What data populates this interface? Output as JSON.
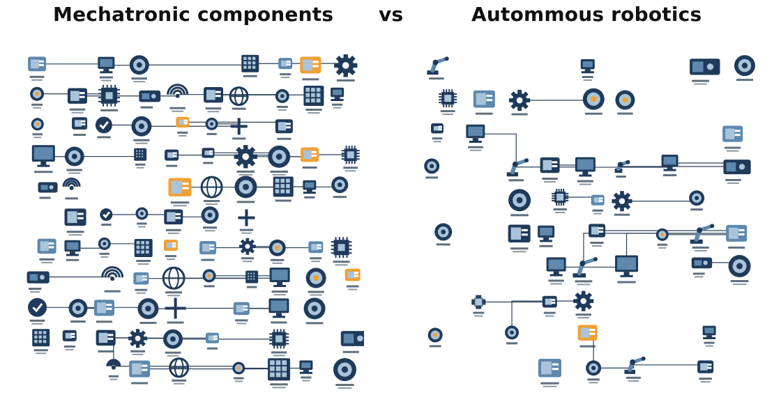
{
  "header": {
    "left_title": "Mechatronic components",
    "vs": "vs",
    "right_title": "Autommous robotics"
  },
  "colors": {
    "navy": "#1f3a5a",
    "steel": "#5e88ad",
    "light": "#a9c4da",
    "orange": "#f0a134",
    "line": "#2a3f55"
  },
  "left_panel": {
    "icons": [
      {
        "name": "building-icon",
        "shape": "box"
      },
      {
        "name": "monitor-icon",
        "shape": "screen"
      },
      {
        "name": "gauge-icon",
        "shape": "circle"
      },
      {
        "name": "keypad-icon",
        "shape": "grid"
      },
      {
        "name": "plug-icon",
        "shape": "box"
      },
      {
        "name": "link-icon",
        "shape": "box"
      },
      {
        "name": "gear-icon",
        "shape": "gear"
      },
      {
        "name": "camera-icon",
        "shape": "circle"
      },
      {
        "name": "cable-icon",
        "shape": "box"
      },
      {
        "name": "chip-icon",
        "shape": "chip"
      },
      {
        "name": "circuit-board-icon",
        "shape": "board"
      },
      {
        "name": "wifi-icon",
        "shape": "wifi"
      },
      {
        "name": "robot-head-icon",
        "shape": "box"
      },
      {
        "name": "globe-icon",
        "shape": "globe"
      },
      {
        "name": "sensor-icon",
        "shape": "circle"
      },
      {
        "name": "control-panel-icon",
        "shape": "grid"
      },
      {
        "name": "phone-icon",
        "shape": "screen"
      },
      {
        "name": "fan-icon",
        "shape": "circle"
      },
      {
        "name": "battery-icon",
        "shape": "box"
      },
      {
        "name": "check-icon",
        "shape": "check"
      },
      {
        "name": "motor-icon",
        "shape": "circle"
      },
      {
        "name": "tools-icon",
        "shape": "box"
      },
      {
        "name": "orange-sensor-icon",
        "shape": "circle"
      },
      {
        "name": "plus-icon",
        "shape": "plus"
      }
    ]
  },
  "right_panel": {
    "icons": [
      {
        "name": "robot-arm-icon",
        "shape": "arm"
      },
      {
        "name": "server-icon",
        "shape": "screen"
      },
      {
        "name": "control-unit-icon",
        "shape": "board"
      },
      {
        "name": "lens-icon",
        "shape": "circle"
      },
      {
        "name": "processor-icon",
        "shape": "chip"
      },
      {
        "name": "network-tree-icon",
        "shape": "box"
      },
      {
        "name": "gear-icon",
        "shape": "gear"
      },
      {
        "name": "warning-icon",
        "shape": "circle"
      },
      {
        "name": "ai-badge-icon",
        "shape": "circle"
      },
      {
        "name": "orange-camera-icon",
        "shape": "box"
      },
      {
        "name": "tablet-icon",
        "shape": "screen"
      },
      {
        "name": "drone-icon",
        "shape": "box"
      },
      {
        "name": "speaker-icon",
        "shape": "circle"
      },
      {
        "name": "industrial-arm-icon",
        "shape": "arm"
      },
      {
        "name": "router-icon",
        "shape": "box"
      },
      {
        "name": "display-icon",
        "shape": "screen"
      }
    ]
  }
}
